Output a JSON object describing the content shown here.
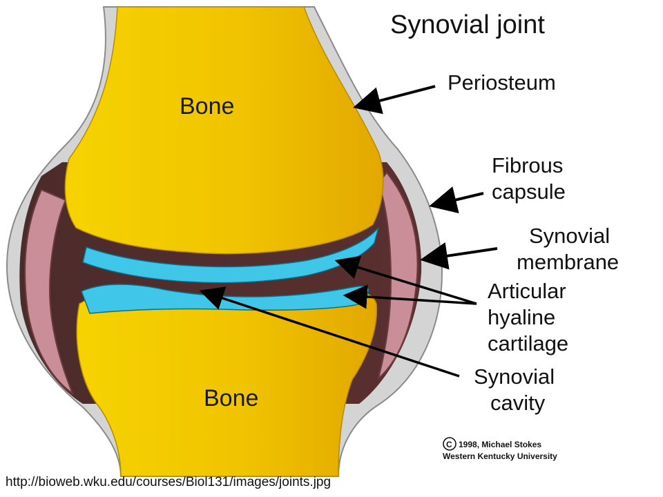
{
  "diagram": {
    "title": "Synovial joint",
    "labels": {
      "bone_top": "Bone",
      "bone_bottom": "Bone",
      "periosteum": "Periosteum",
      "fibrous_capsule": [
        "Fibrous",
        "capsule"
      ],
      "synovial_membrane": [
        "Synovial",
        "membrane"
      ],
      "articular_cartilage": [
        "Articular",
        "hyaline",
        "cartilage"
      ],
      "synovial_cavity": [
        "Synovial",
        "cavity"
      ]
    },
    "credit": {
      "symbol": "C",
      "line1": "1998, Michael Stokes",
      "line2": "Western Kentucky University"
    }
  },
  "source_url": "http://bioweb.wku.edu/courses/Biol131/images/joints.jpg",
  "colors": {
    "bone": "#f2cc00",
    "capsule_outline": "#d2d2d2",
    "membrane": "#c98e98",
    "cavity": "#4a2a2a",
    "cartilage": "#3fc6e8",
    "background": "#ffffff"
  }
}
